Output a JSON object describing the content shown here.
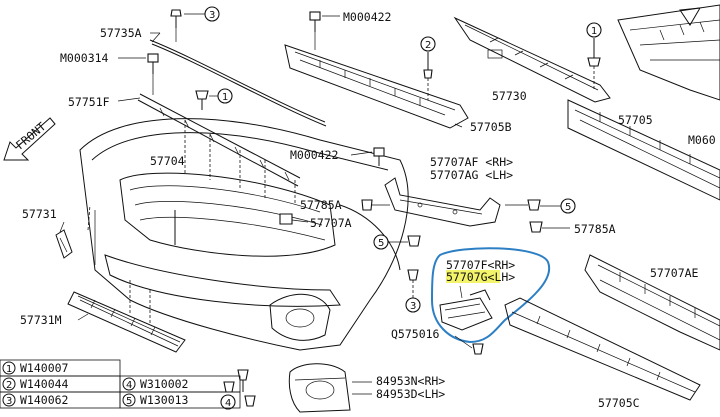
{
  "diagram": {
    "front_label": "FRONT",
    "labels": {
      "p57735A": "57735A",
      "m000422_top": "M000422",
      "m000314": "M000314",
      "p57751F": "57751F",
      "p57730": "57730",
      "p57705B": "57705B",
      "p57705": "57705",
      "m060": "M060",
      "m000422_mid": "M000422",
      "p57704": "57704",
      "p57707AF": "57707AF <RH>",
      "p57707AG": "57707AG <LH>",
      "p57785A_left": "57785A",
      "p57785A_right": "57785A",
      "p57731": "57731",
      "p57707A": "57707A",
      "p57707F": "57707F<RH>",
      "p57707G": "57707G<LH>",
      "p57707AE": "57707AE",
      "p57731M": "57731M",
      "q575016": "Q575016",
      "p84953N": "84953N<RH>",
      "p84953D": "84953D<LH>",
      "p57705C": "57705C"
    },
    "callouts": {
      "c3_top": "3",
      "c2_top": "2",
      "c1_mid": "1",
      "c5_right": "5",
      "c5_left": "5",
      "c3_side": "3",
      "c4_bottom": "4"
    },
    "legend": [
      {
        "num": "1",
        "code": "W140007"
      },
      {
        "num": "2",
        "code": "W140044"
      },
      {
        "num": "3",
        "code": "W140062"
      },
      {
        "num": "4",
        "code": "W310002"
      },
      {
        "num": "5",
        "code": "W130013"
      }
    ],
    "highlight_color": "#f4f46a",
    "outline_color": "#2d7fc4"
  }
}
